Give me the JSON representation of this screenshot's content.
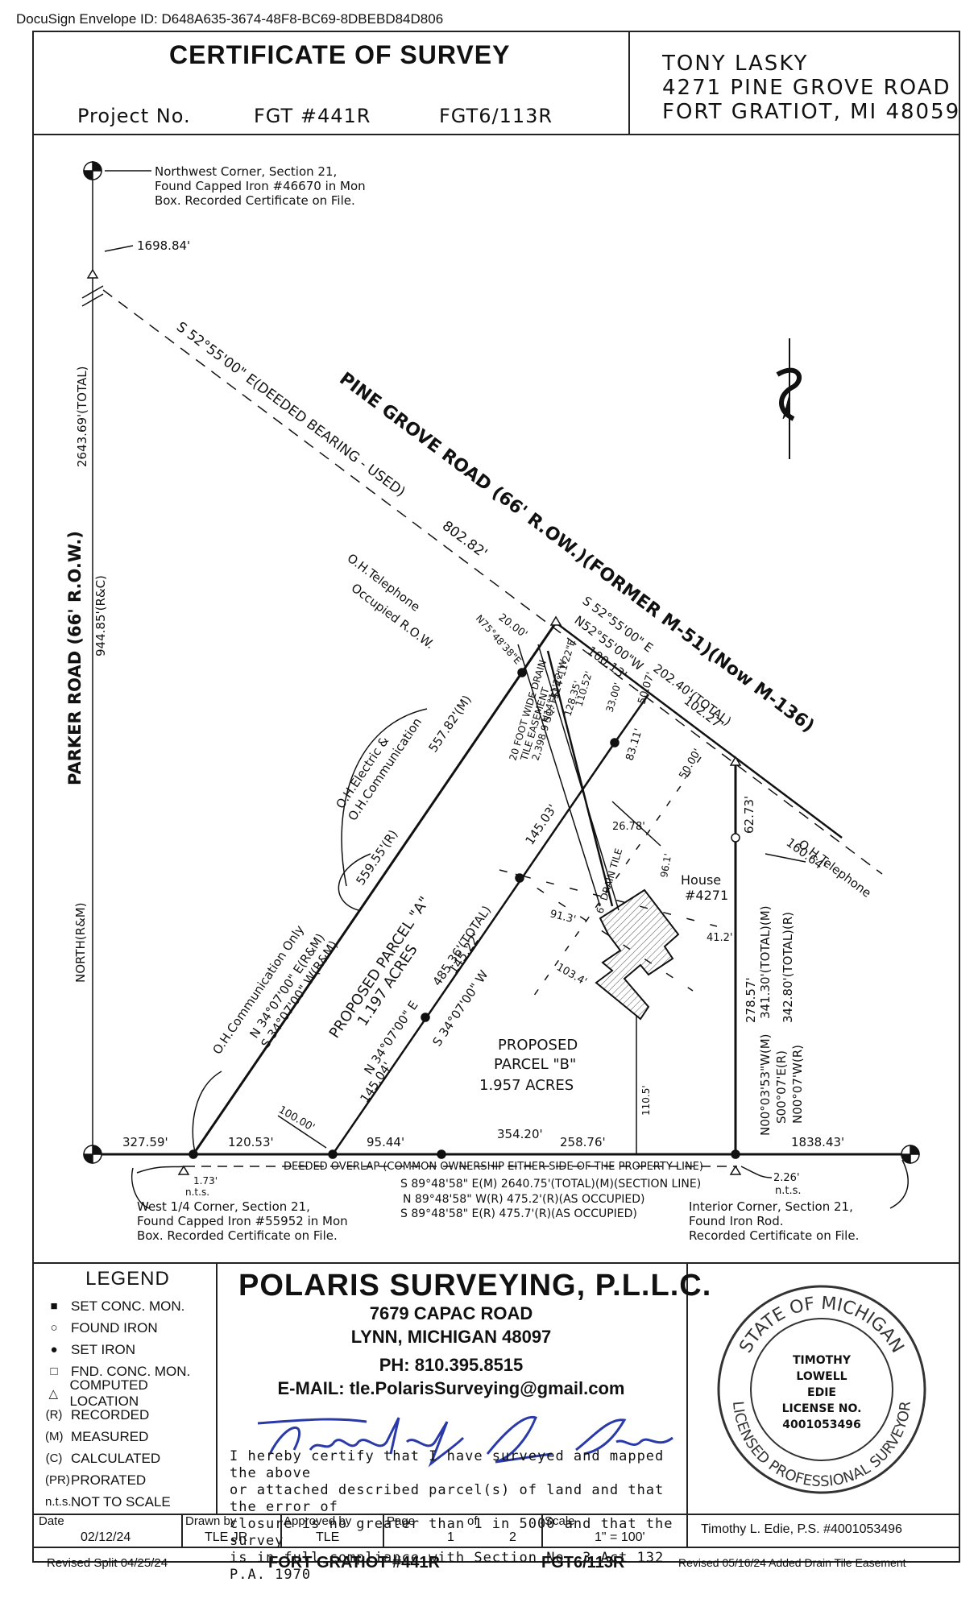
{
  "envelope_id": "DocuSign Envelope ID: D648A635-3674-48F8-BC69-8DBEBD84D806",
  "header": {
    "title": "CERTIFICATE OF SURVEY",
    "project_label": "Project No.",
    "project_no": "FGT #441R",
    "project_ref": "FGT6/113R",
    "owner_name": "TONY LASKY",
    "owner_street": "4271 PINE GROVE ROAD",
    "owner_city": "FORT GRATIOT, MI 48059"
  },
  "drawing": {
    "nw_corner": [
      "Northwest Corner, Section 21,",
      "Found Capped Iron #46670 in Mon",
      "Box. Recorded Certificate on File."
    ],
    "dim_1698": "1698.84'",
    "total_2643": "2643.69'(TOTAL)",
    "parker_road": "PARKER ROAD (66' R.O.W.)",
    "dim_944": "944.85'(R&C)",
    "north_label": "NORTH(R&M)",
    "bearing_deeded": "S 52°55'00\" E(DEEDED BEARING - USED)",
    "dim_802": "802.82'",
    "pine_grove": "PINE GROVE ROAD (66' R.OW.)(FORMER M-51)(Now M-136)",
    "oh_telephone_1": "O.H.Telephone",
    "occupied_row": "Occupied R.O.W.",
    "dim_20": "20.00'",
    "bearing_n75": "N75°48'38\"E",
    "bearing_s52_top": "S 52°55'00\" E",
    "bearing_n52": "N52°55'00\"W",
    "dim_100_13": "100.13'",
    "dim_202_40": "202.40'(TOTAL)",
    "dim_102_27": "102.27'",
    "oh_electric": "O.H.Electric &",
    "oh_comm": "O.H.Communication",
    "dim_557": "557.82'(M)",
    "easement_1": "20 FOOT WIDE DRAIN",
    "easement_2": "TILE EASEMENT",
    "easement_3": "2,398.9 SQ. FT.",
    "bearing_s14": "S14°11'22\"E",
    "bearing_n14": "N14°11'22\"W",
    "dim_128": "128.35'",
    "dim_110": "110.52'",
    "dim_33": "33.00'",
    "dim_50_07": "50.07'",
    "dim_83": "83.11'",
    "dim_50_00": "50.00'",
    "dim_62": "62.73'",
    "dim_160": "160.64'",
    "oh_telephone_2": "O.H.Telephone",
    "dim_26": "26.78'",
    "dim_145_03": "145.03'",
    "drain_tile": "6\" DRAIN TILE",
    "dim_96": "96.1'",
    "house": "House",
    "house_no": "#4271",
    "dim_559": "559.55'(R)",
    "dim_91": "91.3'",
    "dim_41": "41.2'",
    "dim_103": "103.4'",
    "oh_comm_only": "O.H.Communication Only",
    "bearing_n34_re": "N 34°07'00\" E(R&M)",
    "bearing_s34_rm": "S 34°07'00\" W(R&M)",
    "parcel_a_1": "PROPOSED PARCEL \"A\"",
    "parcel_a_2": "1.197 ACRES",
    "dim_485": "485.36'(TOTAL)",
    "dim_145_22": "145.22'",
    "bearing_n34_e": "N 34°07'00\" E",
    "dim_145_04": "145.04'",
    "bearing_s34_w": "S 34°07'00\" W",
    "parcel_b_1": "PROPOSED",
    "parcel_b_2": "PARCEL \"B\"",
    "parcel_b_3": "1.957 ACRES",
    "dim_278": "278.57'",
    "dim_341": "341.30'(TOTAL)(M)",
    "dim_342": "342.80'(TOTAL)(R)",
    "bearing_n00_03": "N00°03'53\"W(M)",
    "bearing_s00_07": "S00°07'E(R)",
    "bearing_n00_07": "N00°07'W(R)",
    "dim_110_5": "110.5'",
    "dim_100": "100.00'",
    "dim_327": "327.59'",
    "dim_120": "120.53'",
    "dim_95": "95.44'",
    "dim_354": "354.20'",
    "dim_258": "258.76'",
    "dim_1838": "1838.43'",
    "deeded_overlap": "DEEDED  OVERLAP (COMMON  OWNERSHIP EITHER SIDE OF THE PROPERTY LINE)",
    "dim_1_73": "1.73'",
    "nts_1": "n.t.s.",
    "dim_2_26": "2.26'",
    "nts_2": "n.t.s.",
    "section_line_1": "S 89°48'58\" E(M)    2640.75'(TOTAL)(M)(SECTION LINE)",
    "section_line_2": "N 89°48'58\" W(R)  475.2'(R)(AS OCCUPIED)",
    "section_line_3": "S 89°48'58\" E(R)  475.7'(R)(AS OCCUPIED)",
    "west_corner": [
      "West 1/4 Corner, Section 21,",
      "Found Capped Iron #55952 in Mon",
      "Box. Recorded Certificate on File."
    ],
    "interior_corner": [
      "Interior Corner, Section 21,",
      "Found Iron Rod.",
      "Recorded Certificate on File."
    ]
  },
  "legend": {
    "title": "LEGEND",
    "items": [
      {
        "symbol": "■",
        "label": "SET CONC. MON."
      },
      {
        "symbol": "○",
        "label": "FOUND IRON"
      },
      {
        "symbol": "●",
        "label": "SET IRON"
      },
      {
        "symbol": "□",
        "label": "FND. CONC. MON."
      },
      {
        "symbol": "△",
        "label": "COMPUTED LOCATION"
      },
      {
        "symbol": "(R)",
        "label": "RECORDED"
      },
      {
        "symbol": "(M)",
        "label": "MEASURED"
      },
      {
        "symbol": "(C)",
        "label": "CALCULATED"
      },
      {
        "symbol": "(PR)",
        "label": "PRORATED"
      },
      {
        "symbol": "n.t.s.",
        "label": "NOT TO SCALE"
      }
    ]
  },
  "company": {
    "name": "POLARIS SURVEYING, P.L.L.C.",
    "street": "7679 CAPAC ROAD",
    "city": "LYNN, MICHIGAN 48097",
    "phone": "PH: 810.395.8515",
    "email": "E-MAIL: tle.PolarisSurveying@gmail.com"
  },
  "certification": [
    "I hereby certify that I have surveyed and mapped the above",
    "or attached described parcel(s) of land and that the error of",
    "closure is no greater than 1 in 5000 and that the survey",
    "is in full compliance with Section No. 3 Act 132 P.A. 1970"
  ],
  "seal": {
    "outer": "STATE OF MICHIGAN",
    "bottom": "LICENSED PROFESSIONAL SURVEYOR",
    "name1": "TIMOTHY",
    "name2": "LOWELL",
    "name3": "EDIE",
    "license_label": "LICENSE NO.",
    "license_no": "4001053496"
  },
  "title_block": {
    "date_label": "Date",
    "date": "02/12/24",
    "drawn_label": "Drawn by",
    "drawn": "TLE JR",
    "approved_label": "Approved by",
    "approved": "TLE",
    "page_label": "Page",
    "of_label": "of",
    "page": "1",
    "page_total": "2",
    "scale_label": "Scale",
    "scale": "1\" = 100'",
    "surveyor": "Timothy L. Edie, P.S. #4001053496"
  },
  "footer": {
    "revised_left": "Revised Split 04/25/24",
    "center": "FORT GRATIOT #441R",
    "ref": "FGT6/113R",
    "revised_right": "Revised 05/16/24 Added Drain Tile Easement"
  }
}
